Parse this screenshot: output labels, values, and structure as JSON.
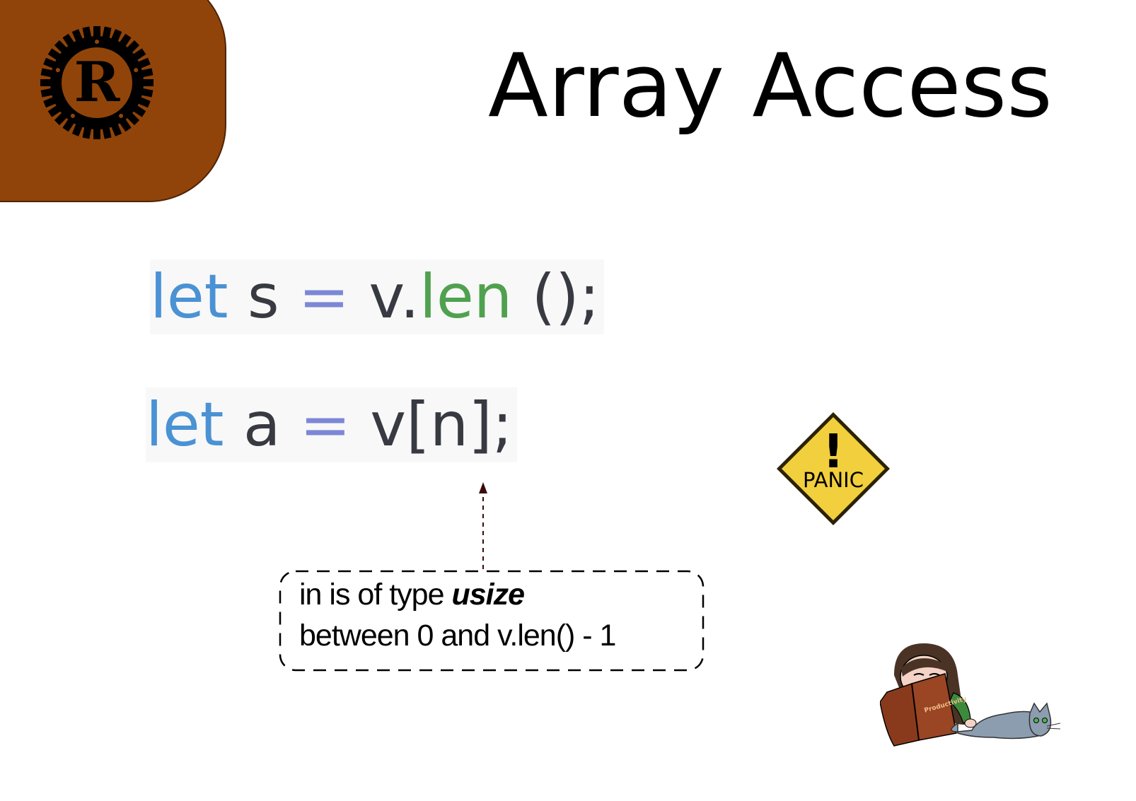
{
  "title": "Array Access",
  "code": {
    "line1": {
      "kw": "let",
      "var": " s ",
      "op": "=",
      "obj": " v.",
      "method": "len",
      "rest": " ();"
    },
    "line2": {
      "kw": "let",
      "var": " a ",
      "op": "=",
      "rest": " v[n];"
    }
  },
  "note": {
    "line1_prefix": "in is of type ",
    "line1_type": "usize",
    "line2": "between 0 and v.len() - 1"
  },
  "panic_sign": {
    "label": "PANIC",
    "symbol": "!"
  },
  "illustration": {
    "book_title": "Productivity"
  },
  "colors": {
    "logo_tab": "#914409",
    "keyword": "#4a92d4",
    "operator": "#7d87d6",
    "method": "#50a14f",
    "panic_sign": "#f2cf3c"
  }
}
